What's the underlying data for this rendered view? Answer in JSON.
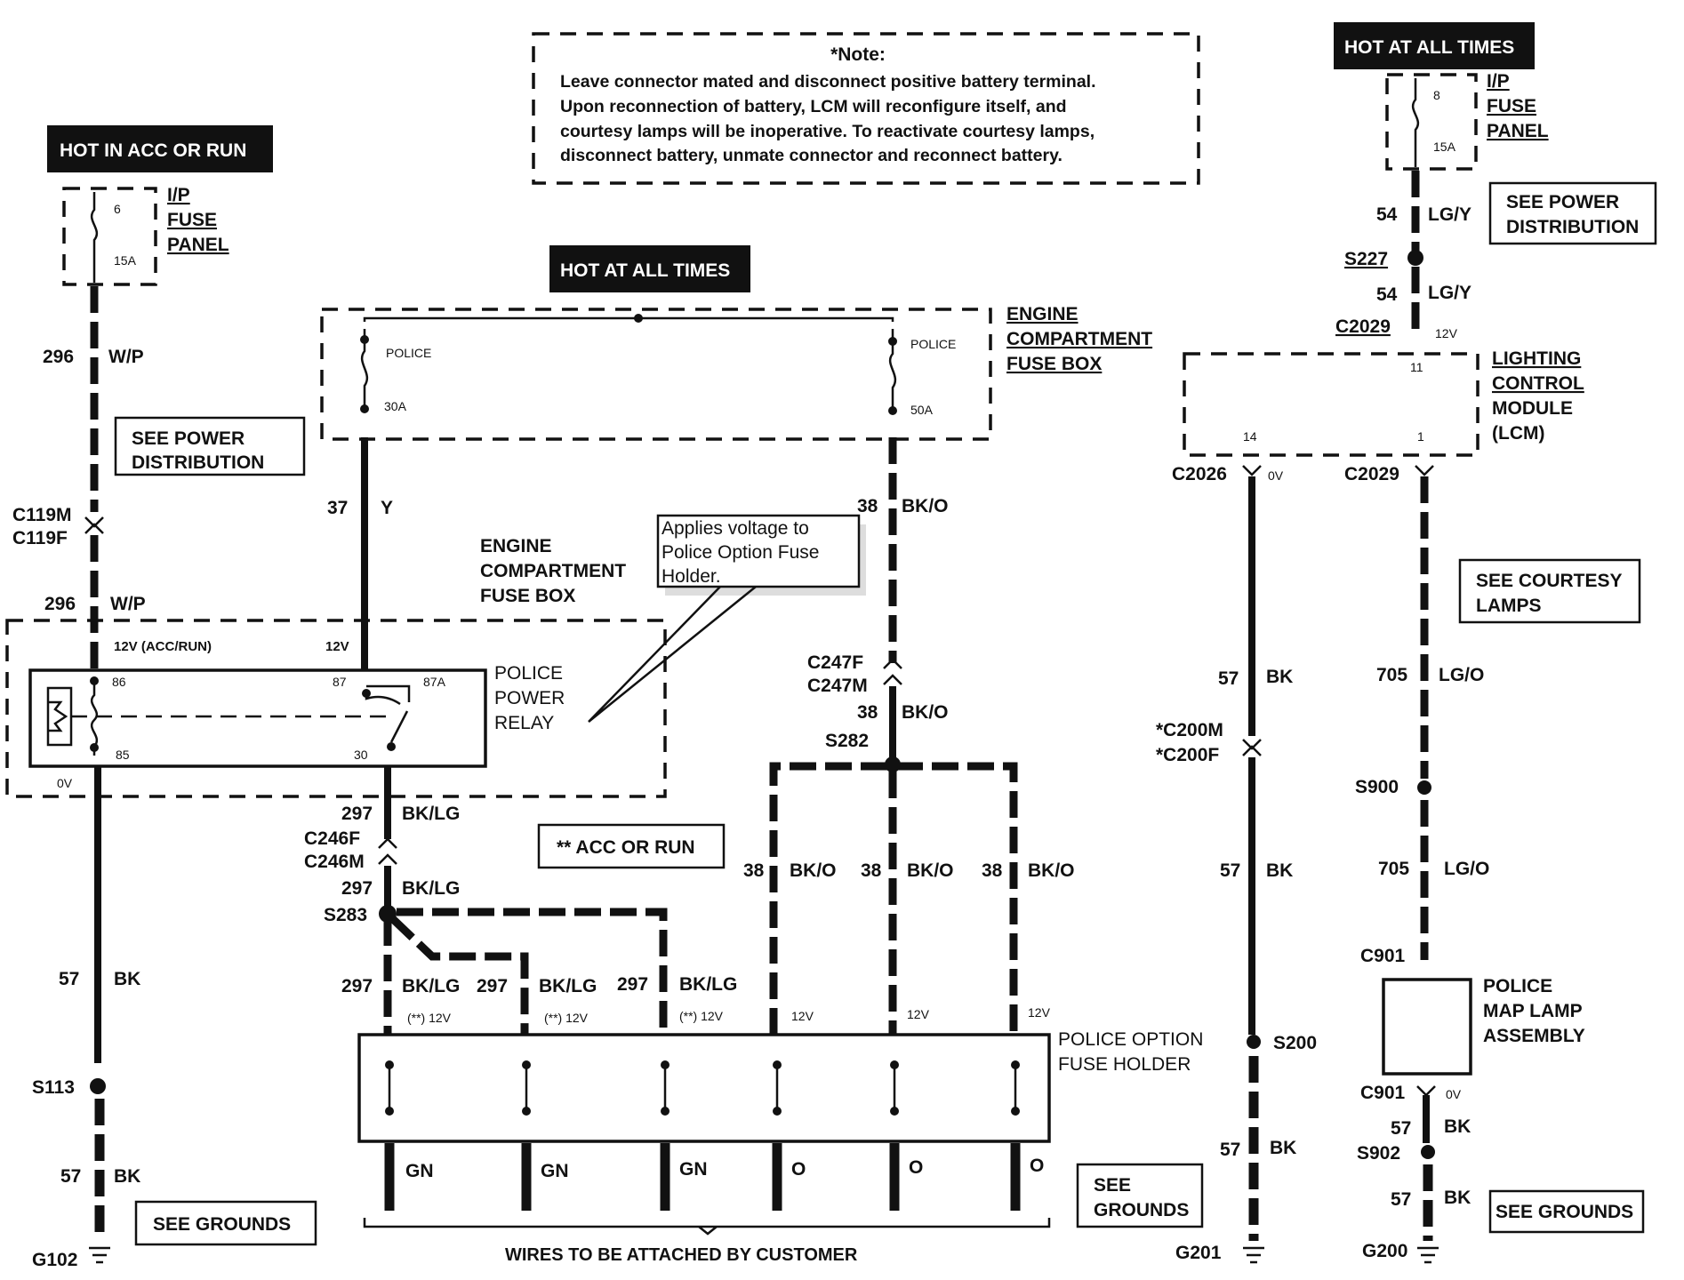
{
  "labels": {
    "hot_acc_run": "HOT IN ACC OR RUN",
    "hot_all_times_mid": "HOT AT ALL TIMES",
    "hot_all_times_right": "HOT AT ALL TIMES",
    "note_title": "*Note:",
    "note_line1": "Leave connector mated and disconnect positive battery terminal.",
    "note_line2": "Upon reconnection of battery, LCM will reconfigure itself, and",
    "note_line3": "courtesy lamps will be inoperative. To reactivate courtesy lamps,",
    "note_line4": "disconnect battery, unmate connector and reconnect battery.",
    "ip_fuse_l1": "I/P",
    "ip_fuse_l2": "FUSE",
    "ip_fuse_l3": "PANEL",
    "ip_fuse_r1": "I/P",
    "ip_fuse_r2": "FUSE",
    "ip_fuse_r3": "PANEL",
    "fuse_left_num": "6",
    "fuse_left_amp": "15A",
    "fuse_right_num": "8",
    "fuse_right_amp": "15A",
    "ecfb_top1": "ENGINE",
    "ecfb_top2": "COMPARTMENT",
    "ecfb_top3": "FUSE BOX",
    "ecfb_mid1": "ENGINE",
    "ecfb_mid2": "COMPARTMENT",
    "ecfb_mid3": "FUSE BOX",
    "police_l": "POLICE",
    "police_r": "POLICE",
    "amp_30": "30A",
    "amp_50": "50A",
    "see_power_1a": "SEE POWER",
    "see_power_1b": "DISTRIBUTION",
    "see_power_2a": "SEE POWER",
    "see_power_2b": "DISTRIBUTION",
    "callout1": "Applies voltage to",
    "callout2": "Police Option Fuse",
    "callout3": "Holder.",
    "relay1": "POLICE",
    "relay2": "POWER",
    "relay3": "RELAY",
    "acc_run_note": "**  ACC OR RUN",
    "lcm1": "LIGHTING",
    "lcm2": "CONTROL",
    "lcm3": "MODULE",
    "lcm4": "(LCM)",
    "courtesy1": "SEE COURTESY",
    "courtesy2": "LAMPS",
    "pofh1": "POLICE OPTION",
    "pofh2": "FUSE HOLDER",
    "maplamp1": "POLICE",
    "maplamp2": "MAP LAMP",
    "maplamp3": "ASSEMBLY",
    "see_grounds_1": "SEE GROUNDS",
    "see_grounds_2a": "SEE",
    "see_grounds_2b": "GROUNDS",
    "see_grounds_3": "SEE GROUNDS",
    "customer": "WIRES TO BE ATTACHED BY CUSTOMER",
    "w296a": "296",
    "wp_a": "W/P",
    "w296b": "296",
    "wp_b": "W/P",
    "c119m": "C119M",
    "c119f": "C119F",
    "v12_acc": "12V (ACC/RUN)",
    "v12_87": "12V",
    "pin86": "86",
    "pin87": "87",
    "pin87a": "87A",
    "pin85": "85",
    "pin30": "30",
    "ov_left": "0V",
    "w57a": "57",
    "bk_a": "BK",
    "s113": "S113",
    "w57b": "57",
    "bk_b": "BK",
    "g102": "G102",
    "w37": "37",
    "y": "Y",
    "w38a": "38",
    "bko_a": "BK/O",
    "c247f": "C247F",
    "c247m": "C247M",
    "w38b": "38",
    "bko_b": "BK/O",
    "s282": "S282",
    "w297a": "297",
    "bklg_a": "BK/LG",
    "c246f": "C246F",
    "c246m": "C246M",
    "w297b": "297",
    "bklg_b": "BK/LG",
    "s283": "S283",
    "w297c": "297",
    "bklg_c": "BK/LG",
    "w297d": "297",
    "bklg_d": "BK/LG",
    "w297e": "297",
    "bklg_e": "BK/LG",
    "w38c": "38",
    "bko_c": "BK/O",
    "w38d": "38",
    "bko_d": "BK/O",
    "w38e": "38",
    "bko_e": "BK/O",
    "v_star1": "(**) 12V",
    "v_star2": "(**) 12V",
    "v_star3": "(**) 12V",
    "v12_a": "12V",
    "v12_b": "12V",
    "v12_c": "12V",
    "gn1": "GN",
    "gn2": "GN",
    "gn3": "GN",
    "o1": "O",
    "o2": "O",
    "o3": "O",
    "w54a": "54",
    "lgy_a": "LG/Y",
    "s227": "S227",
    "w54b": "54",
    "lgy_b": "LG/Y",
    "c2029_top": "C2029",
    "v12_lcm": "12V",
    "pin11": "11",
    "pin14": "14",
    "pin1": "1",
    "c2026": "C2026",
    "ov_c2026": "0V",
    "c2029_bot": "C2029",
    "w57c": "57",
    "bk_c": "BK",
    "c200m": "*C200M",
    "c200f": "*C200F",
    "w57d": "57",
    "bk_d": "BK",
    "s200": "S200",
    "w57e": "57",
    "bk_e": "BK",
    "g201": "G201",
    "w705a": "705",
    "lgo_a": "LG/O",
    "s900": "S900",
    "w705b": "705",
    "lgo_b": "LG/O",
    "c901a": "C901",
    "c901b": "C901",
    "ov_c901": "0V",
    "w57f": "57",
    "bk_f": "BK",
    "s902": "S902",
    "w57g": "57",
    "bk_g": "BK",
    "g200": "G200"
  }
}
